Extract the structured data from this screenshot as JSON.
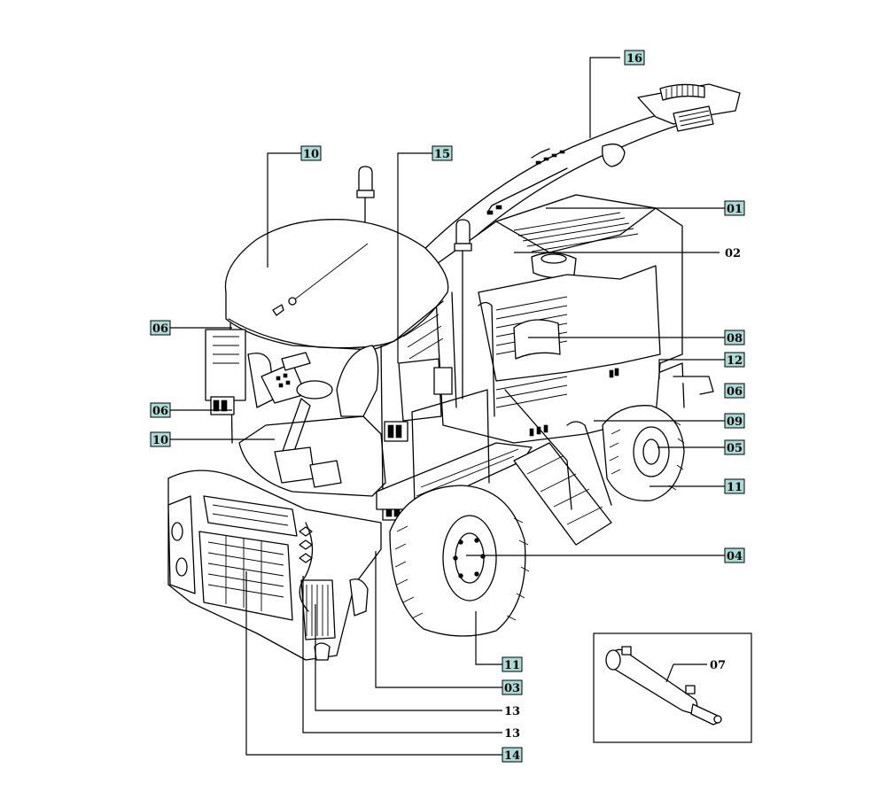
{
  "callouts": [
    {
      "id": "c16a",
      "label": "16",
      "boxed": true
    },
    {
      "id": "c10a",
      "label": "10",
      "boxed": true
    },
    {
      "id": "c15",
      "label": "15",
      "boxed": true
    },
    {
      "id": "c01",
      "label": "01",
      "boxed": true
    },
    {
      "id": "c02",
      "label": "02",
      "boxed": false
    },
    {
      "id": "c06a",
      "label": "06",
      "boxed": true
    },
    {
      "id": "c08",
      "label": "08",
      "boxed": true
    },
    {
      "id": "c12",
      "label": "12",
      "boxed": true
    },
    {
      "id": "c06b",
      "label": "06",
      "boxed": true
    },
    {
      "id": "c06c",
      "label": "06",
      "boxed": true
    },
    {
      "id": "c09",
      "label": "09",
      "boxed": true
    },
    {
      "id": "c10b",
      "label": "10",
      "boxed": true
    },
    {
      "id": "c05",
      "label": "05",
      "boxed": true
    },
    {
      "id": "c11a",
      "label": "11",
      "boxed": true
    },
    {
      "id": "c04",
      "label": "04",
      "boxed": true
    },
    {
      "id": "c07",
      "label": "07",
      "boxed": false
    },
    {
      "id": "c11b",
      "label": "11",
      "boxed": true
    },
    {
      "id": "c03",
      "label": "03",
      "boxed": true
    },
    {
      "id": "c13a",
      "label": "13",
      "boxed": false
    },
    {
      "id": "c13b",
      "label": "13",
      "boxed": false
    },
    {
      "id": "c14",
      "label": "14",
      "boxed": true
    }
  ],
  "colors": {
    "label_box": "#a9dcd6",
    "line": "#000000",
    "background": "#ffffff"
  }
}
